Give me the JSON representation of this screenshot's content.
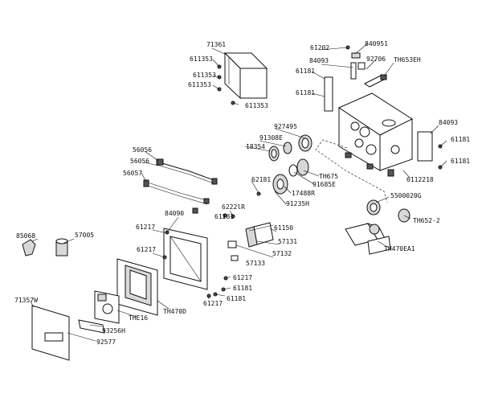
{
  "labels": {
    "p71361": "71361",
    "p611353a": "611353",
    "p611353b": "611353",
    "p611353c": "611353",
    "p611353d": "611353",
    "p61202": "61202",
    "p840951": "840951",
    "p84093a": "84093",
    "p92706": "92706",
    "pTH653EH": "TH653EH",
    "p61181a": "61181",
    "p61181b": "61181",
    "p927495": "927495",
    "p91308E": "91308E",
    "p18354": "18354",
    "p84093b": "84093",
    "p61181c": "61181",
    "p61181d": "61181",
    "p56056a": "56056",
    "p56056b": "56056",
    "p56057": "56057",
    "p62181": "62181",
    "pTH675": "TH675",
    "p91685E": "91685E",
    "p17488R": "17488R",
    "p91235H": "91235H",
    "p6112218": "6112218",
    "p6222lR": "6222lR",
    "p84090": "84090",
    "p61181e": "61181",
    "p5500020G": "5500020G",
    "p61217a": "61217",
    "p61150": "61150",
    "pTH652": "TH652-2",
    "p85068": "85068",
    "p57005": "57005",
    "p57131": "57131",
    "p61217b": "61217",
    "p57132": "57132",
    "pTH470EA1": "TH470EA1",
    "p57133": "57133",
    "p61217c": "61217",
    "p61181f": "61181",
    "p61181g": "61181",
    "p61217d": "61217",
    "p71357W": "71357W",
    "pTH470D": "TH470D",
    "pTHE16": "THE16",
    "p93256H": "93256H",
    "p92577": "92577"
  }
}
